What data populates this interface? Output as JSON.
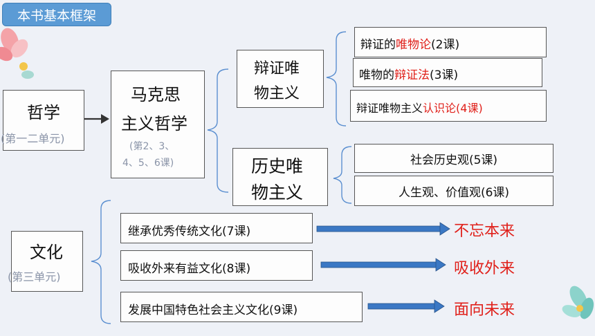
{
  "header": {
    "title": "本书基本框架"
  },
  "philosophy": {
    "title": "哲学",
    "subtitle": "(第一二单元)",
    "marxism": {
      "line1": "马克思",
      "line2": "主义哲学",
      "sub1": "(第2、3、",
      "sub2": "4、5、6课)"
    },
    "dialectical": {
      "line1": "辩证唯",
      "line2": "物主义",
      "items": [
        {
          "prefix": "辩证的",
          "highlight": "唯物论",
          "suffix": "(2课)"
        },
        {
          "prefix": "唯物的",
          "highlight": "辩证法",
          "suffix": "(3课)"
        },
        {
          "prefix": "辩证唯物主义",
          "highlight": "认识论",
          "suffix": "(4课)"
        }
      ]
    },
    "historical": {
      "line1": "历史唯",
      "line2": "物主义",
      "items": [
        "社会历史观(5课)",
        "人生观、价值观(6课)"
      ]
    }
  },
  "culture": {
    "title": "文化",
    "subtitle": "(第三单元)",
    "rows": [
      {
        "text": "继承优秀传统文化(7课)",
        "result": "不忘本来"
      },
      {
        "text": "吸收外来有益文化(8课)",
        "result": "吸收外来"
      },
      {
        "text": "发展中国特色社会主义文化(9课)",
        "result": "面向未来"
      }
    ]
  },
  "colors": {
    "accent": "#5b9bd5",
    "arrow": "#3b78c4",
    "highlight": "#e0201a",
    "bracket": "#5b8fd0"
  }
}
